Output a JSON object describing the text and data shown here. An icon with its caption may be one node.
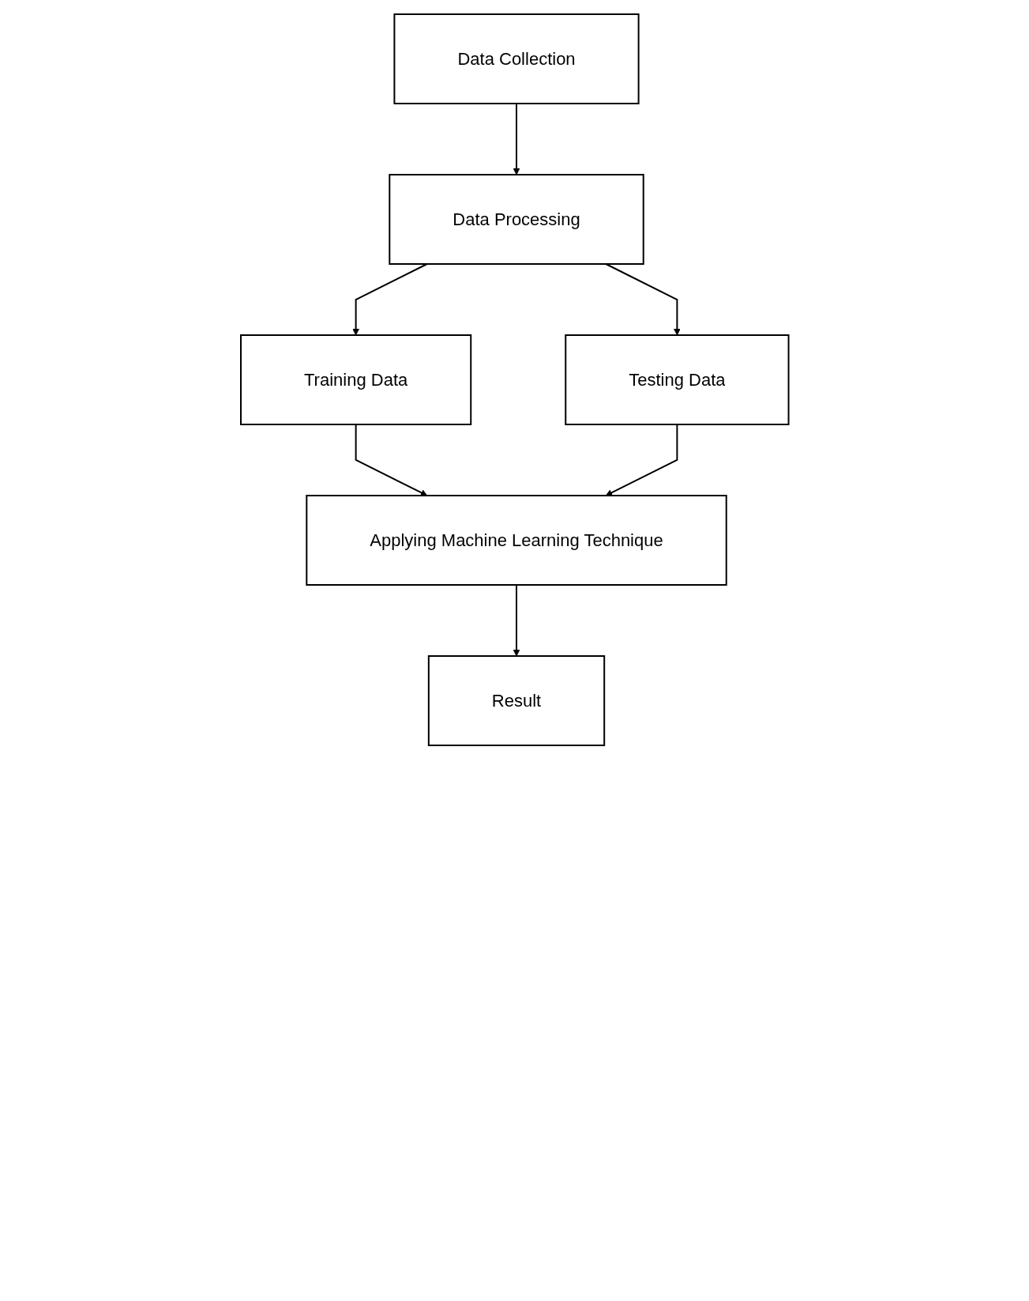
{
  "diagram": {
    "nodes": [
      {
        "text": [
          "Data Collection"
        ]
      },
      {
        "text": [
          "Data Processing"
        ]
      },
      {
        "text": [
          "Training Data"
        ]
      },
      {
        "text": [
          "Testing Data"
        ]
      },
      {
        "text": [
          "Applying Machine Learning Technique"
        ]
      },
      {
        "text": [
          "Result"
        ]
      }
    ],
    "edges": [
      {
        "from": 0,
        "to": 1,
        "arrow": "to"
      },
      {
        "from": 1,
        "to": 2,
        "arrow": "to"
      },
      {
        "from": 1,
        "to": 3,
        "arrow": "to"
      },
      {
        "from": 2,
        "to": 4,
        "arrow": "to"
      },
      {
        "from": 3,
        "to": 4,
        "arrow": "to"
      },
      {
        "from": 4,
        "to": 5,
        "arrow": "to"
      }
    ]
  }
}
